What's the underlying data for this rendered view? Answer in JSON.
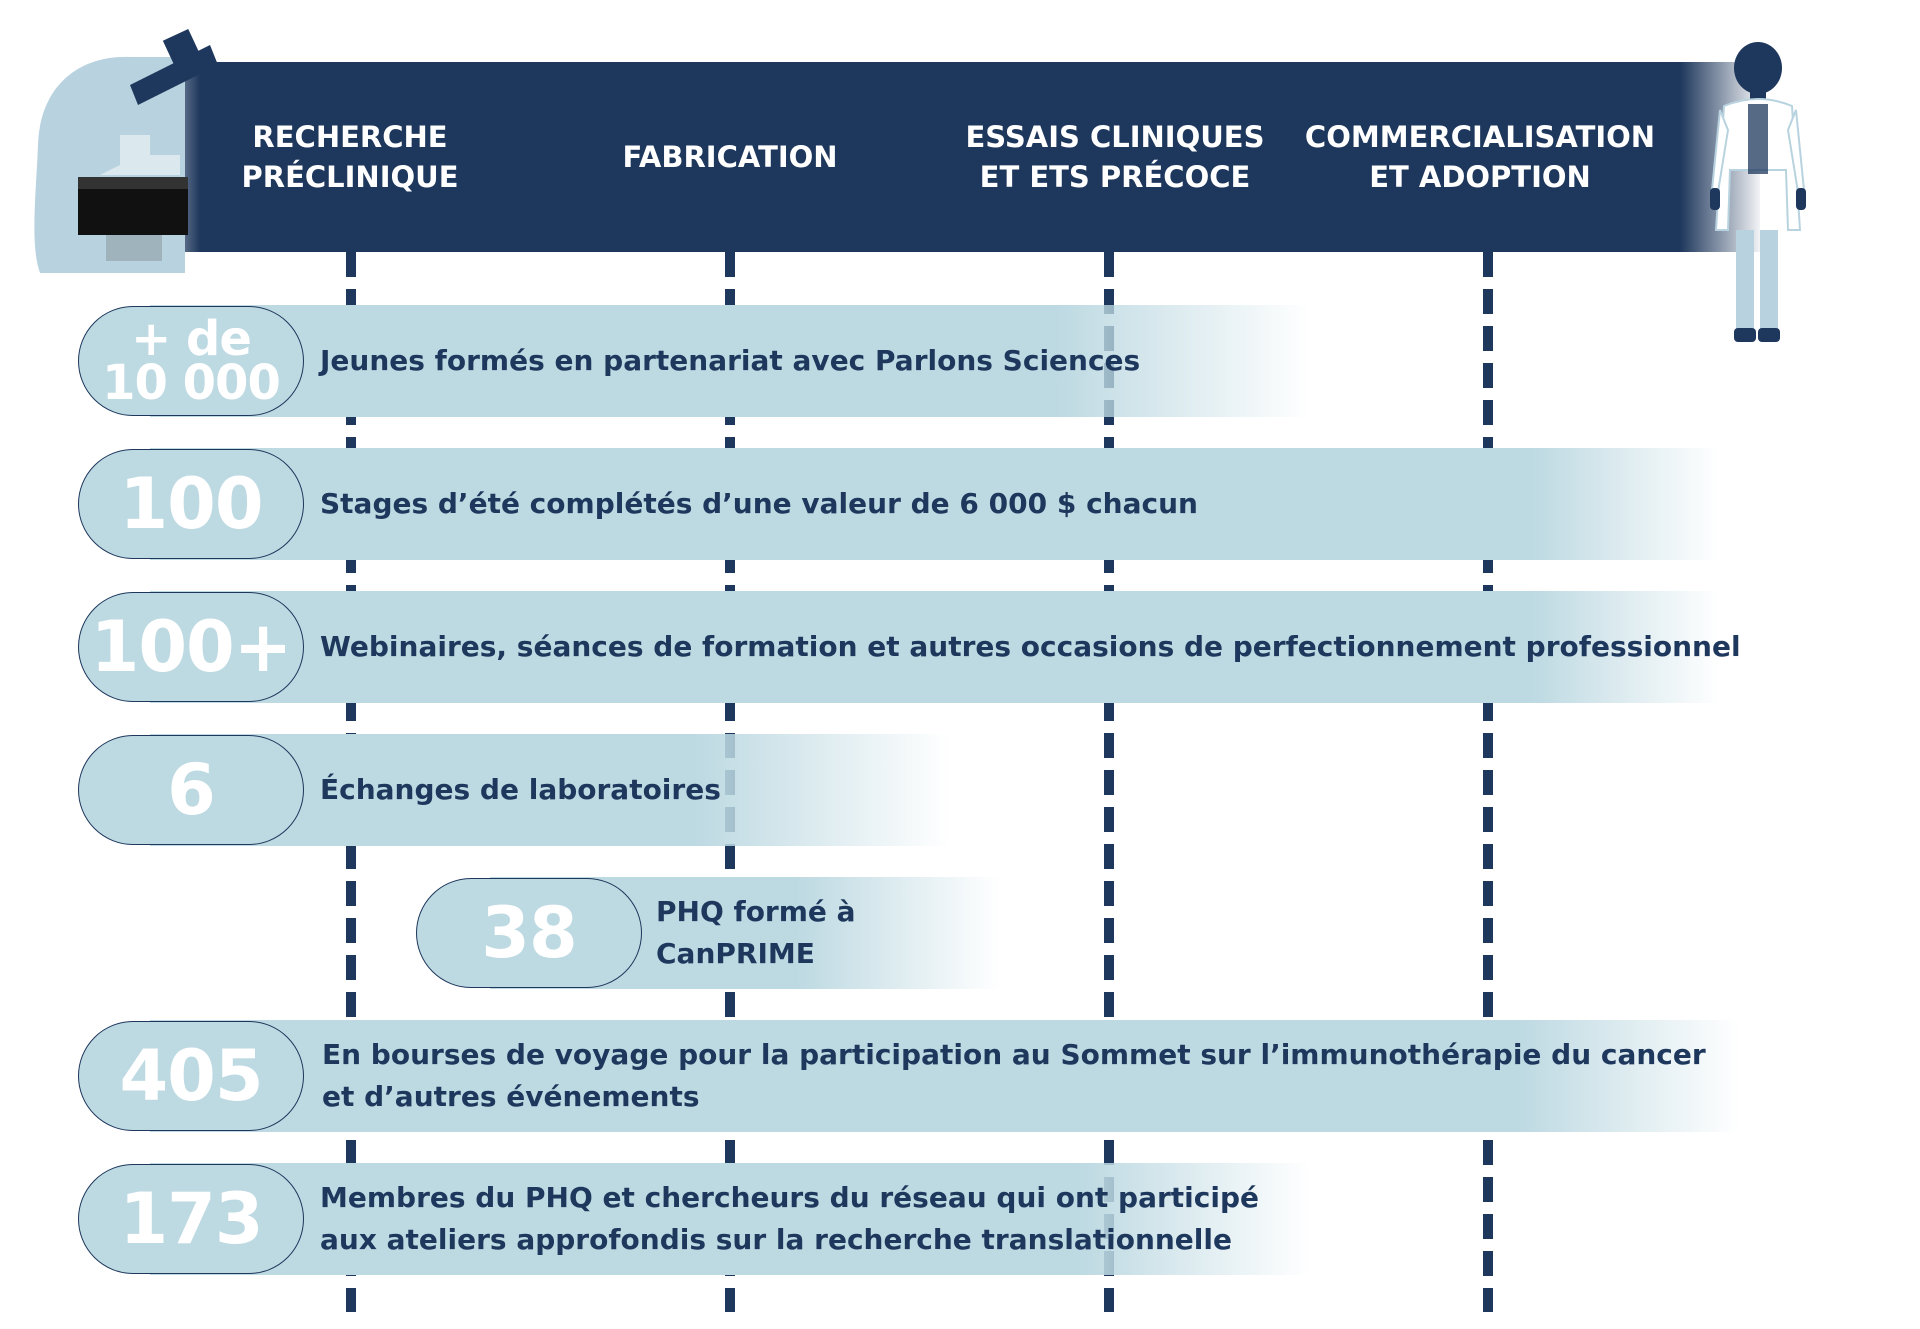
{
  "phases": [
    {
      "label": "RECHERCHE\nPRÉCLINIQUE"
    },
    {
      "label": "FABRICATION"
    },
    {
      "label": "ESSAIS CLINIQUES\nET ETS PRÉCOCE"
    },
    {
      "label": "COMMERCIALISATION\nET ADOPTION"
    }
  ],
  "metrics": [
    {
      "value_line1": "+ de",
      "value_line2": "10 000",
      "label": "Jeunes formés en partenariat avec Parlons Sciences"
    },
    {
      "value": "100",
      "label": "Stages d’été complétés d’une valeur de 6 000 $ chacun"
    },
    {
      "value": "100+",
      "label": "Webinaires, séances de formation et autres occasions de perfectionnement professionnel"
    },
    {
      "value": "6",
      "label": "Échanges de laboratoires"
    },
    {
      "value": "38",
      "label": "PHQ formé à\nCanPRIME"
    },
    {
      "value": "405",
      "label": "En bourses de voyage pour la participation au Sommet sur l’immunothérapie du cancer\net d’autres événements"
    },
    {
      "value": "173",
      "label": "Membres du PHQ et chercheurs du réseau qui ont participé\naux ateliers approfondis sur la recherche translationnelle"
    }
  ],
  "colors": {
    "navy": "#1e375c",
    "light_blue": "#bdd9e2",
    "figure_blue": "#b8d3df",
    "white": "#ffffff"
  },
  "icons": {
    "left": "microscope-icon",
    "right": "doctor-figure-icon"
  }
}
